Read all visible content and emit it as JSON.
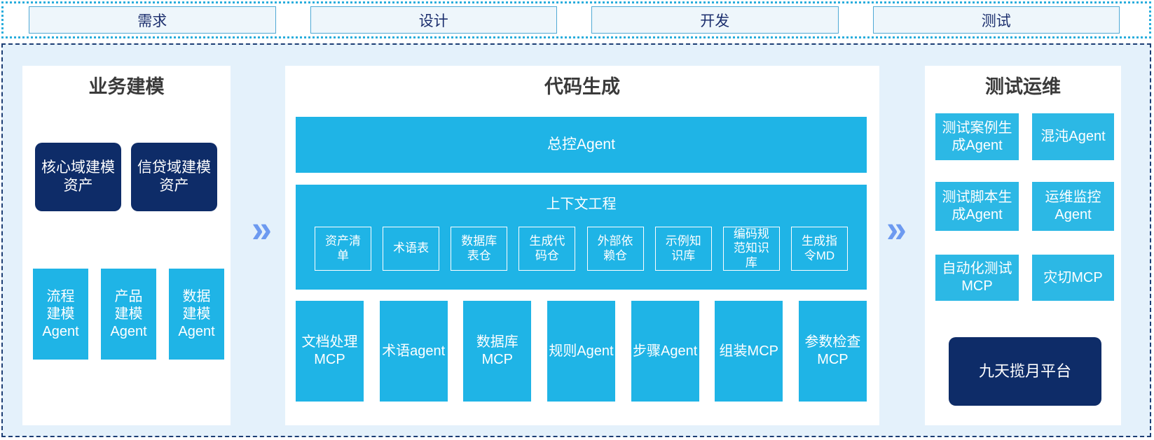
{
  "phases": [
    "需求",
    "设计",
    "开发",
    "测试"
  ],
  "business_modeling": {
    "title": "业务建模",
    "assets": [
      "核心域建模\n资产",
      "信贷域建模\n资产"
    ],
    "agents": [
      "流程\n建模\nAgent",
      "产品\n建模\nAgent",
      "数据\n建模\nAgent"
    ]
  },
  "code_generation": {
    "title": "代码生成",
    "master_agent": "总控Agent",
    "context_engineering": {
      "title": "上下文工程",
      "items": [
        "资产清\n单",
        "术语表",
        "数据库\n表仓",
        "生成代\n码仓",
        "外部依\n赖仓",
        "示例知\n识库",
        "编码规\n范知识\n库",
        "生成指\n令MD"
      ]
    },
    "mcp_row": [
      "文档处理\nMCP",
      "术语agent",
      "数据库\nMCP",
      "规则Agent",
      "步骤Agent",
      "组装MCP",
      "参数检查\nMCP"
    ]
  },
  "test_ops": {
    "title": "测试运维",
    "boxes": [
      "测试案例生\n成Agent",
      "混沌Agent",
      "测试脚本生\n成Agent",
      "运维监控\nAgent",
      "自动化测试\nMCP",
      "灾切MCP"
    ],
    "platform": "九天揽月平台"
  },
  "arrows": {
    "glyph": "»"
  },
  "colors": {
    "cyan": "#1fb4e6",
    "cyan_right": "#2cb8e5",
    "navy": "#0e2c68",
    "chevron_blue": "#6d9af0",
    "container_background": "#e4f1fb",
    "phase_box_background": "#eef6fb",
    "dotted_border": "#29addc",
    "dashed_border": "#1c3d74"
  }
}
